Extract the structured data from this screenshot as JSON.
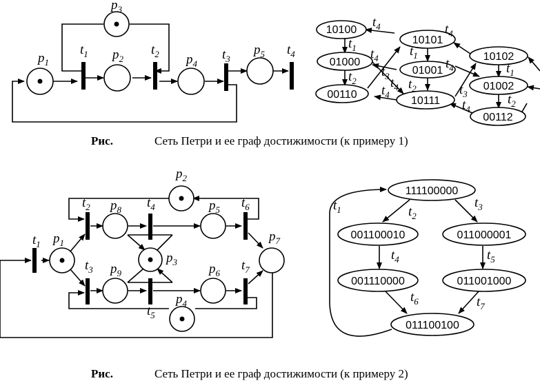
{
  "caption1": {
    "prefix": "Рис.",
    "text": "Сеть Петри и ее граф достижимости (к примеру 1)"
  },
  "caption2": {
    "prefix": "Рис.",
    "text": "Сеть Петри и ее граф достижимости (к примеру 2)"
  },
  "net1": {
    "places": [
      {
        "name": "p",
        "sub": "1",
        "tokens": 1
      },
      {
        "name": "p",
        "sub": "2",
        "tokens": 0
      },
      {
        "name": "p",
        "sub": "3",
        "tokens": 1
      },
      {
        "name": "p",
        "sub": "4",
        "tokens": 0
      },
      {
        "name": "p",
        "sub": "5",
        "tokens": 0
      }
    ],
    "transitions": [
      {
        "name": "t",
        "sub": "1"
      },
      {
        "name": "t",
        "sub": "2"
      },
      {
        "name": "t",
        "sub": "3"
      },
      {
        "name": "t",
        "sub": "4"
      }
    ]
  },
  "graph1": {
    "states": [
      "10100",
      "01000",
      "00110",
      "10101",
      "01001",
      "10111",
      "10102",
      "01002",
      "00112"
    ],
    "edge_labels": [
      {
        "name": "t",
        "sub": "4"
      },
      {
        "name": "t",
        "sub": "1"
      },
      {
        "name": "t",
        "sub": "2"
      },
      {
        "name": "t",
        "sub": "4"
      },
      {
        "name": "t",
        "sub": "1"
      },
      {
        "name": "t",
        "sub": "4"
      },
      {
        "name": "t",
        "sub": "3"
      },
      {
        "name": "t",
        "sub": "2"
      },
      {
        "name": "t",
        "sub": "4"
      },
      {
        "name": "t",
        "sub": "4"
      },
      {
        "name": "t",
        "sub": "4"
      },
      {
        "name": "t",
        "sub": "1"
      },
      {
        "name": "t",
        "sub": "3"
      },
      {
        "name": "t",
        "sub": "4"
      },
      {
        "name": "t",
        "sub": "2"
      }
    ]
  },
  "net2": {
    "places": [
      {
        "name": "p",
        "sub": "1",
        "tokens": 1
      },
      {
        "name": "p",
        "sub": "2",
        "tokens": 1
      },
      {
        "name": "p",
        "sub": "3",
        "tokens": 1
      },
      {
        "name": "p",
        "sub": "4",
        "tokens": 1
      },
      {
        "name": "p",
        "sub": "5",
        "tokens": 0
      },
      {
        "name": "p",
        "sub": "6",
        "tokens": 0
      },
      {
        "name": "p",
        "sub": "7",
        "tokens": 0
      },
      {
        "name": "p",
        "sub": "8",
        "tokens": 0
      },
      {
        "name": "p",
        "sub": "9",
        "tokens": 0
      }
    ],
    "transitions": [
      {
        "name": "t",
        "sub": "1"
      },
      {
        "name": "t",
        "sub": "2"
      },
      {
        "name": "t",
        "sub": "3"
      },
      {
        "name": "t",
        "sub": "4"
      },
      {
        "name": "t",
        "sub": "5"
      },
      {
        "name": "t",
        "sub": "6"
      },
      {
        "name": "t",
        "sub": "7"
      }
    ]
  },
  "graph2": {
    "states": [
      "111100000",
      "001100010",
      "011000001",
      "001110000",
      "011001000",
      "011100100"
    ],
    "edge_labels": [
      {
        "name": "t",
        "sub": "2"
      },
      {
        "name": "t",
        "sub": "3"
      },
      {
        "name": "t",
        "sub": "4"
      },
      {
        "name": "t",
        "sub": "5"
      },
      {
        "name": "t",
        "sub": "6"
      },
      {
        "name": "t",
        "sub": "7"
      },
      {
        "name": "t",
        "sub": "1"
      }
    ]
  }
}
